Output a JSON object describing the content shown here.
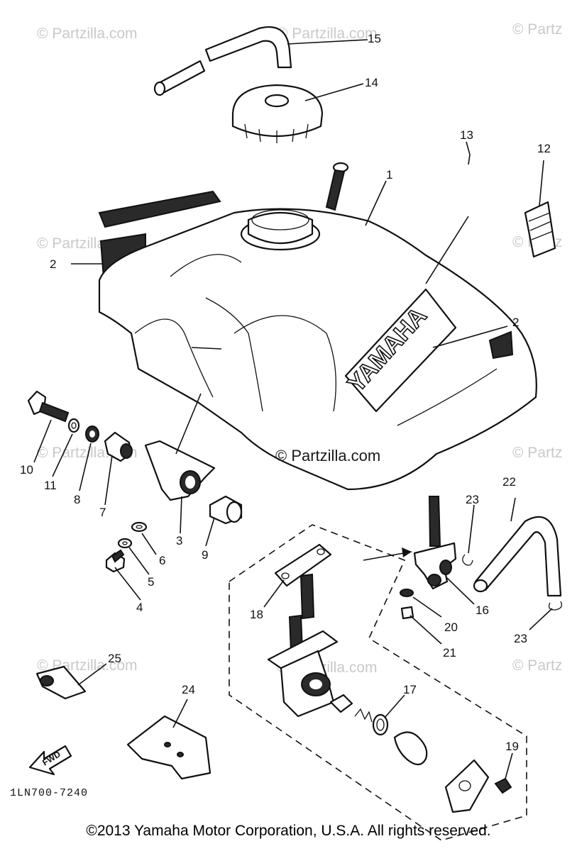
{
  "watermark": "© Partzilla.com",
  "watermark_center": "© Partzilla.com",
  "watermark_partial": "© Partz",
  "brand_label": "YAMAHA",
  "fwd_label": "FWD",
  "diagram_code": "1LN700-7240",
  "copyright": "©2013 Yamaha Motor Corporation, U.S.A. All rights reserved.",
  "callouts": {
    "p1": "1",
    "p2a": "2",
    "p2b": "2",
    "p3": "3",
    "p4": "4",
    "p5": "5",
    "p6": "6",
    "p7": "7",
    "p8": "8",
    "p9": "9",
    "p10": "10",
    "p11": "11",
    "p12": "12",
    "p13": "13",
    "p14": "14",
    "p15": "15",
    "p16": "16",
    "p17": "17",
    "p18": "18",
    "p19": "19",
    "p20": "20",
    "p21": "21",
    "p22": "22",
    "p23a": "23",
    "p23b": "23",
    "p24": "24",
    "p25": "25"
  }
}
